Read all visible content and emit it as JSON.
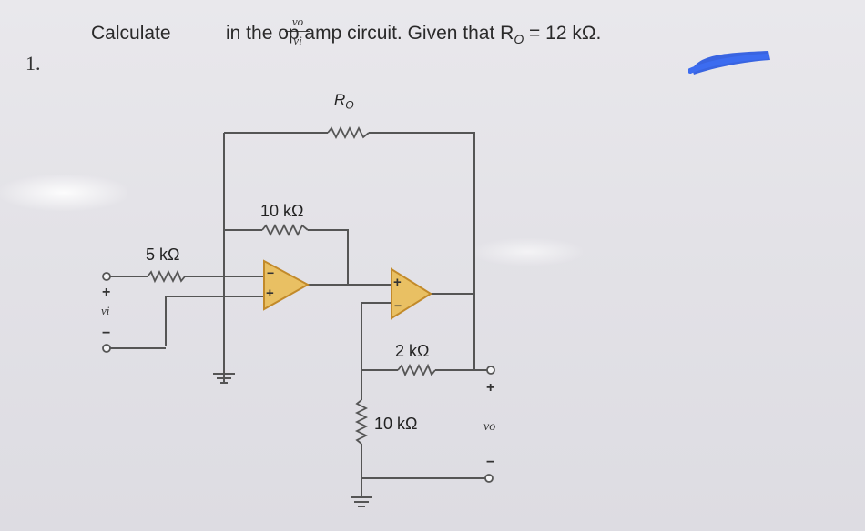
{
  "problem": {
    "number": "1.",
    "prefix": "Calculate",
    "fraction_numerator": "vo",
    "fraction_denominator": "vi",
    "suffix": "in the op amp circuit. Given that R",
    "subscript": "O",
    "value_text": "= 12 kΩ."
  },
  "circuit": {
    "feedback_resistor_label": "R",
    "feedback_resistor_subscript": "O",
    "r_10k_top": "10 kΩ",
    "r_5k": "5 kΩ",
    "r_2k": "2 kΩ",
    "r_10k_bottom": "10 kΩ",
    "input_plus": "+",
    "input_minus": "−",
    "input_label": "vi",
    "output_plus": "+",
    "output_minus": "−",
    "output_label": "vo",
    "opamp1_minus": "−",
    "opamp1_plus": "+",
    "opamp2_plus": "+",
    "opamp2_minus": "−"
  },
  "colors": {
    "opamp_fill": "#e9c063",
    "opamp_stroke": "#c28a2a",
    "wire": "#555555",
    "marker_blue": "#2f5de0"
  }
}
